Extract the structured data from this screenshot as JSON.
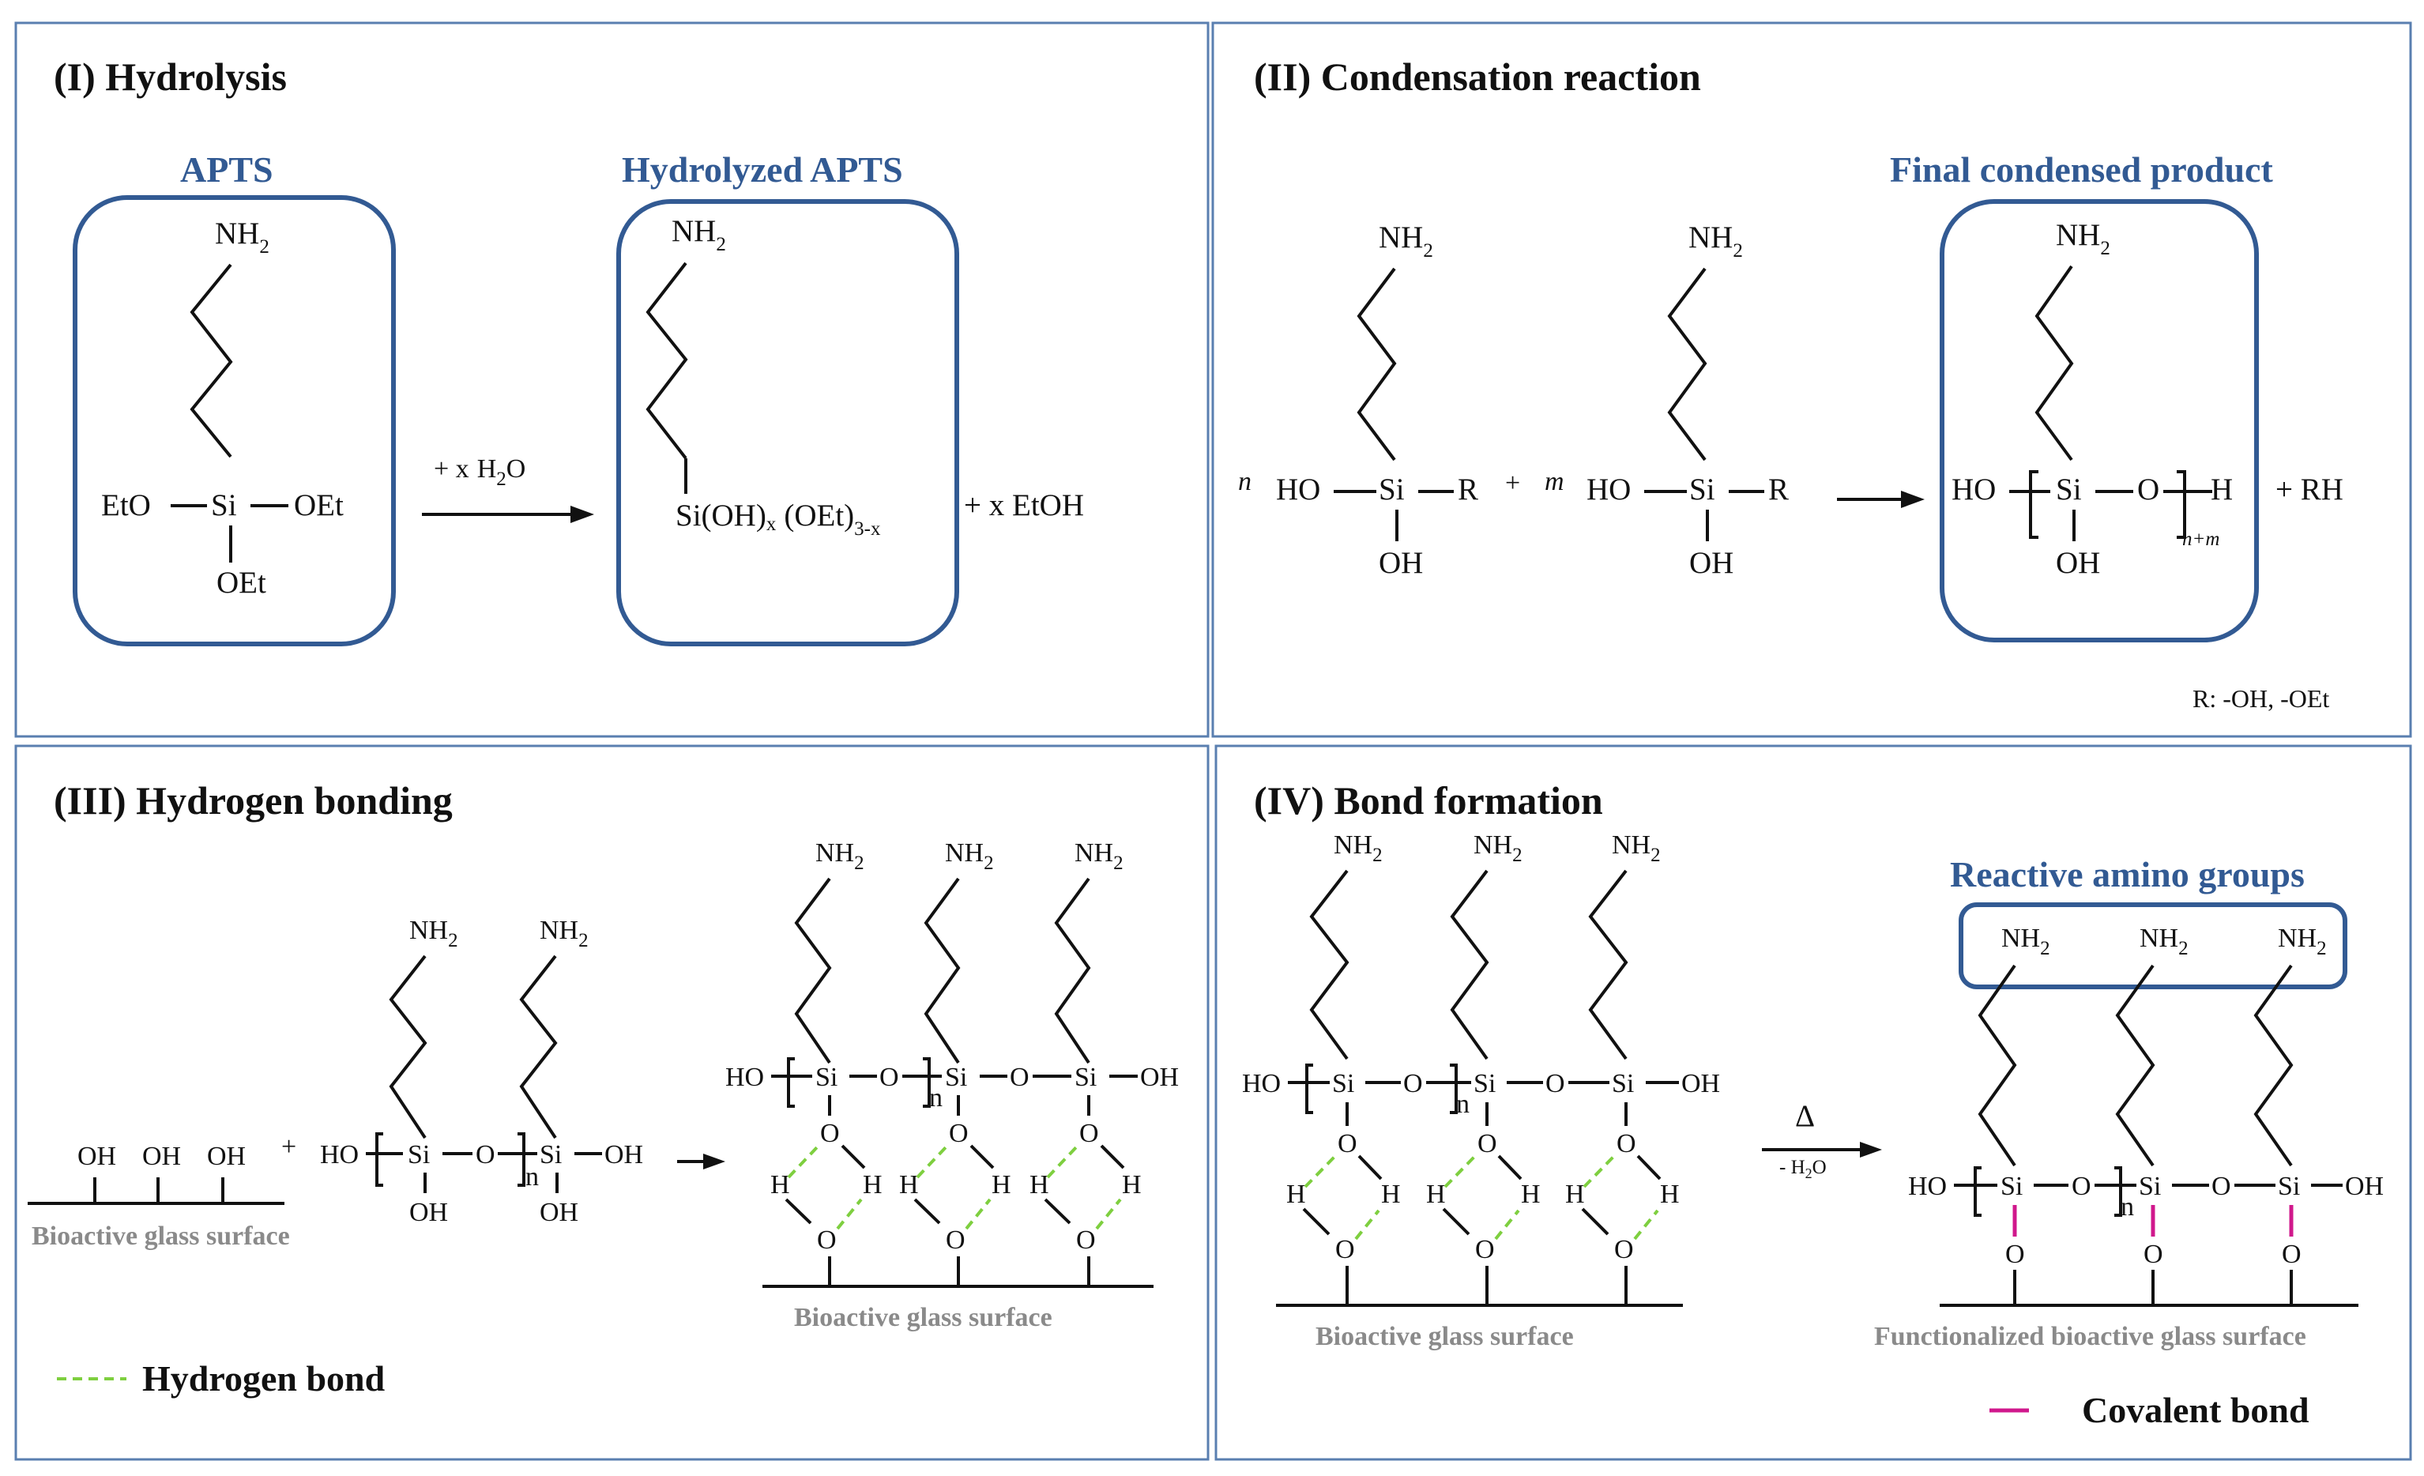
{
  "panels": {
    "hydrolysis": {
      "title": "(I) Hydrolysis",
      "label_apts": "APTS",
      "label_hydrolyzed": "Hydrolyzed APTS",
      "nh": "NH",
      "sub2": "2",
      "eto": "EtO",
      "si": "Si",
      "oet": "OEt",
      "reagent_x": "+ x",
      "h": "H",
      "o": "O",
      "si_oh": "Si(OH)",
      "x": "x",
      "oet_group": "(OEt)",
      "three_x": "3-x",
      "product_plus": "+  x EtOH"
    },
    "condensation": {
      "title": "(II) Condensation reaction",
      "label_final": "Final condensed product",
      "n": "n",
      "m": "m",
      "ho": "HO",
      "si": "Si",
      "r": "R",
      "oh": "OH",
      "plus": "+",
      "o": "O",
      "h": "H",
      "n_plus_m": "n+m",
      "plus_rh": "+  RH",
      "r_note": "R:  -OH,  -OEt"
    },
    "hbonding": {
      "title": "(III) Hydrogen bonding",
      "oh": "OH",
      "plus": "+",
      "ho": "HO",
      "si": "Si",
      "o": "O",
      "n": "n",
      "h": "H",
      "surface": "Bioactive glass surface",
      "legend": "Hydrogen bond"
    },
    "bondformation": {
      "title": "(IV) Bond formation",
      "label_reactive": "Reactive amino groups",
      "delta": "Δ",
      "minus_h2o": "- H",
      "surface": "Bioactive glass surface",
      "surface_func": "Functionalized bioactive glass surface",
      "legend": "Covalent bond"
    }
  },
  "colors": {
    "accent_blue": "#325a93",
    "panel_border": "#5a7fb0",
    "hydrogen_bond": "#7ecf3f",
    "covalent_bond": "#d0188c",
    "surface_text": "#8a8a8a"
  }
}
